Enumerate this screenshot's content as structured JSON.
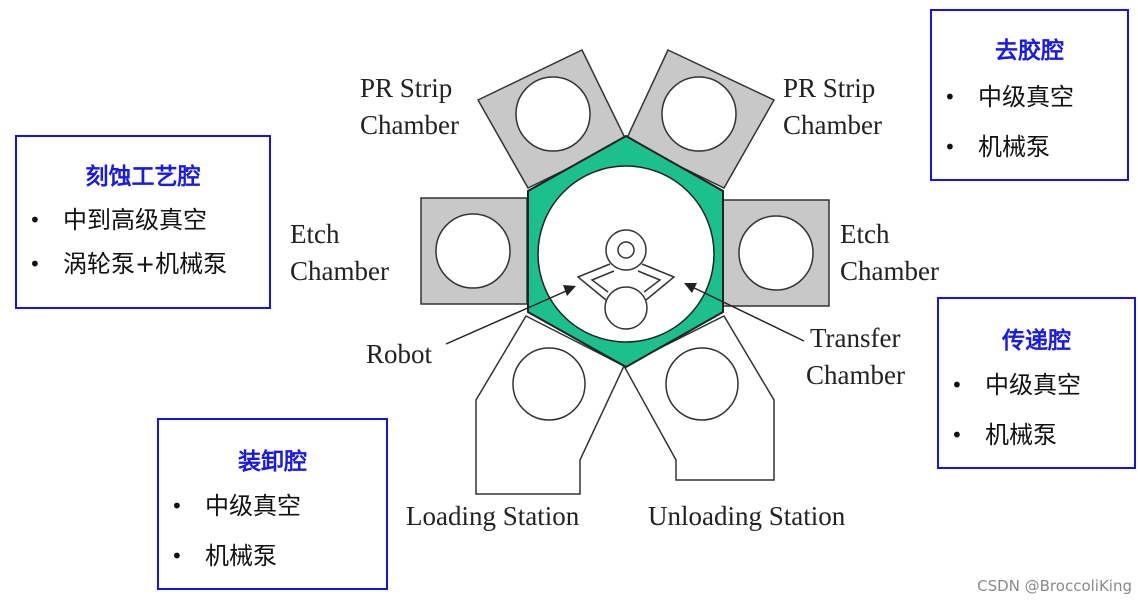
{
  "diagram": {
    "chamber_labels": {
      "pr_strip_left": [
        "PR Strip",
        "Chamber"
      ],
      "pr_strip_right": [
        "PR Strip",
        "Chamber"
      ],
      "etch_left": [
        "Etch",
        "Chamber"
      ],
      "etch_right": [
        "Etch",
        "Chamber"
      ],
      "robot": "Robot",
      "transfer": [
        "Transfer",
        "Chamber"
      ],
      "loading": "Loading Station",
      "unloading": "Unloading Station"
    },
    "colors": {
      "transfer_chamber": "#1cc08c",
      "process_chamber": "#c8c8c8",
      "box_border": "#1414e6",
      "box_title": "#1a1ae6"
    }
  },
  "boxes": {
    "etch": {
      "title": "刻蚀工艺腔",
      "items": [
        "中到高级真空",
        "涡轮泵+机械泵"
      ]
    },
    "strip": {
      "title": "去胶腔",
      "items": [
        "中级真空",
        "机械泵"
      ]
    },
    "transfer": {
      "title": "传递腔",
      "items": [
        "中级真空",
        "机械泵"
      ]
    },
    "load": {
      "title": "装卸腔",
      "items": [
        "中级真空",
        "机械泵"
      ]
    }
  },
  "watermark": "CSDN @BroccoliKing"
}
